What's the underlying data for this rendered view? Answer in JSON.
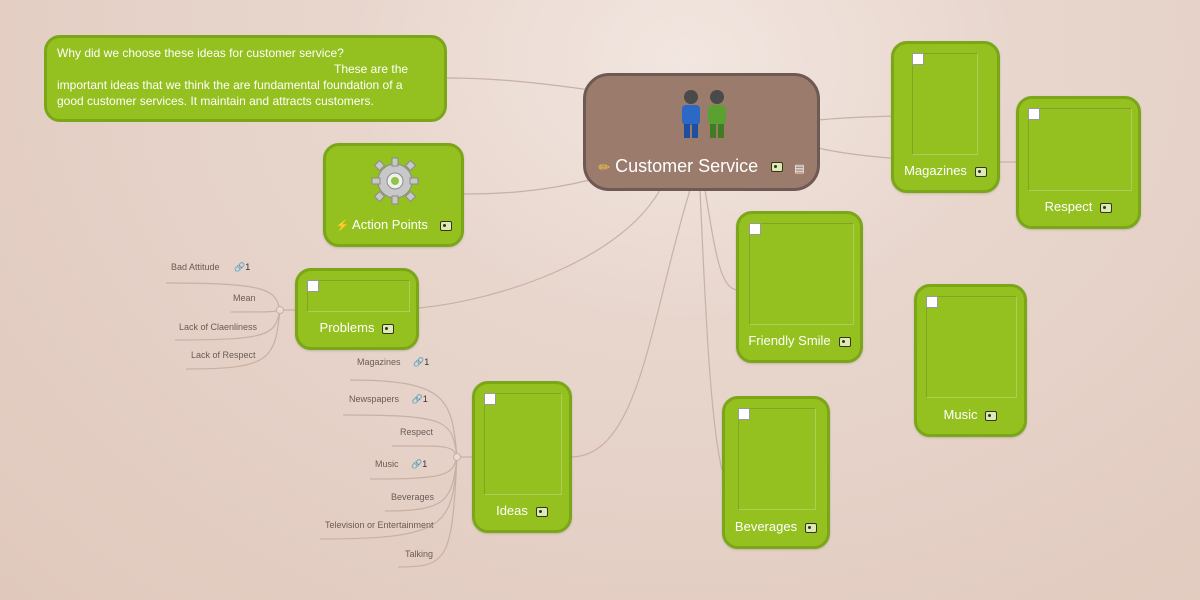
{
  "central": {
    "title": "Customer Service",
    "icons": [
      "people-icon",
      "pencil-icon",
      "image-icon",
      "note-icon"
    ]
  },
  "note": {
    "line1": "Why did we choose these ideas for customer service?",
    "line2": "These are the",
    "line3": "important ideas that we think the are fundamental foundation of a",
    "line4": "good customer services. It maintain and attracts customers."
  },
  "nodes": {
    "action_points": "Action Points",
    "problems": "Problems",
    "ideas": "Ideas",
    "friendly_smile": "Friendly Smile",
    "beverages": "Beverages",
    "magazines": "Magazines",
    "respect": "Respect",
    "music": "Music"
  },
  "problems_children": [
    {
      "label": "Bad Attitude",
      "link_count": "1"
    },
    {
      "label": "Mean"
    },
    {
      "label": "Lack of Claenliness"
    },
    {
      "label": "Lack of Respect"
    }
  ],
  "ideas_children": [
    {
      "label": "Magazines",
      "link_count": "1"
    },
    {
      "label": "Newspapers",
      "link_count": "1"
    },
    {
      "label": "Respect"
    },
    {
      "label": "Music",
      "link_count": "1"
    },
    {
      "label": "Beverages"
    },
    {
      "label": "Television or Entertainment"
    },
    {
      "label": "Talking"
    }
  ],
  "colors": {
    "node_fill": "#94c11f",
    "node_border": "#7aa618",
    "central_fill": "#9b7b6c",
    "connector": "#c9b0a4"
  }
}
